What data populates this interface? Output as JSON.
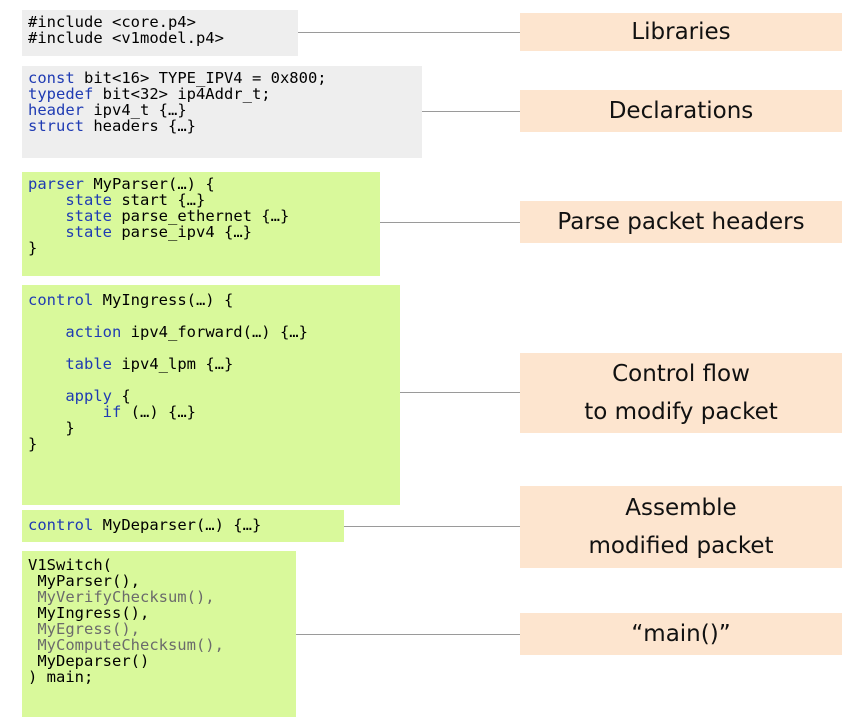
{
  "blocks": {
    "libraries": {
      "lines": [
        "#include <core.p4>",
        "#include <v1model.p4>"
      ]
    },
    "declarations": {
      "line1_kw": "const",
      "line1_rest": " bit<16> TYPE_IPV4 = 0x800;",
      "line2_kw": "typedef",
      "line2_rest": " bit<32> ip4Addr_t;",
      "line3_kw": "header",
      "line3_rest": " ipv4_t {…}",
      "line4_kw": "struct",
      "line4_rest": " headers {…}"
    },
    "parser": {
      "head_kw": "parser",
      "head_rest": " MyParser(…) {",
      "state_kw": "state",
      "states": [
        " start {…}",
        " parse_ethernet {…}",
        " parse_ipv4 {…}"
      ],
      "close": "}"
    },
    "ingress": {
      "head_kw": "control",
      "head_rest": " MyIngress(…) {",
      "action_kw": "action",
      "action_rest": " ipv4_forward(…) {…}",
      "table_kw": "table",
      "table_rest": " ipv4_lpm {…}",
      "apply_kw": "apply",
      "apply_rest": " {",
      "if_kw": "if",
      "if_rest": " (…) {…}",
      "inner_close": "}",
      "close": "}"
    },
    "deparser": {
      "head_kw": "control",
      "head_rest": " MyDeparser(…) {…}"
    },
    "main": {
      "open": "V1Switch(",
      "args": [
        {
          "text": " MyParser(),",
          "dim": false
        },
        {
          "text": " MyVerifyChecksum(),",
          "dim": true
        },
        {
          "text": " MyIngress(),",
          "dim": false
        },
        {
          "text": " MyEgress(),",
          "dim": true
        },
        {
          "text": " MyComputeChecksum(),",
          "dim": true
        },
        {
          "text": " MyDeparser()",
          "dim": false
        }
      ],
      "close": ") main;"
    }
  },
  "labels": {
    "libraries": "Libraries",
    "declarations": "Declarations",
    "parse": "Parse packet headers",
    "control_line1": "Control flow",
    "control_line2": "to modify packet",
    "assemble_line1": "Assemble",
    "assemble_line2": "modified packet",
    "main": "“main()”"
  },
  "colors": {
    "code_gray_bg": "#eeeeee",
    "code_green_bg": "#d9f99b",
    "keyword_blue": "#1f3bb3",
    "dim_gray": "#6b6b6b",
    "label_bg": "#fde5cf",
    "connector": "#9a9a9a"
  }
}
